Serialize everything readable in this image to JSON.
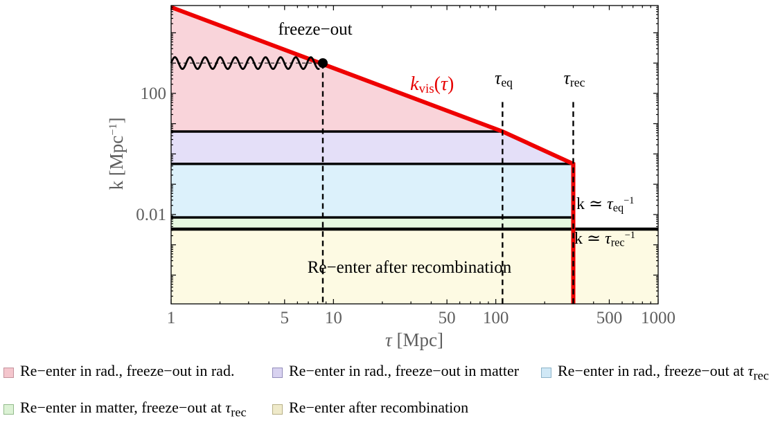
{
  "chart_data": {
    "type": "area",
    "title": "",
    "xlabel_tau": "τ",
    "xlabel_rest": "  [Mpc]",
    "ylabel_pre": "k [Mpc",
    "ylabel_sup": "−1",
    "ylabel_post": "]",
    "x_scale": "log",
    "y_scale": "log",
    "xlim": [
      1,
      1000
    ],
    "ylim": [
      1.12e-05,
      79000
    ],
    "grid": false,
    "x_tick_values": [
      1,
      5,
      10,
      50,
      100,
      500,
      1000
    ],
    "x_tick_labels": [
      "1",
      "5",
      "10",
      "50",
      "100",
      "500",
      "1000"
    ],
    "y_tick_values": [
      100,
      0.01
    ],
    "y_tick_labels": [
      "100",
      "0.01"
    ],
    "axis_text_color": "#5e5e5e",
    "accent_red": "#ee0000",
    "series": [
      {
        "name": "k_vis(τ)",
        "color": "#ee0000",
        "width": 6,
        "points": [
          [
            1,
            70000
          ],
          [
            110,
            5.5
          ],
          [
            300,
            0.47
          ],
          [
            300,
            1.12e-05
          ]
        ]
      }
    ],
    "regions": [
      {
        "name": "reenter-rad-freezeout-rad",
        "color": "#f9d4da",
        "points": [
          [
            1,
            70000
          ],
          [
            110,
            5.5
          ],
          [
            1,
            5.5
          ]
        ]
      },
      {
        "name": "reenter-rad-freezeout-matter",
        "color": "#e4dff8",
        "points": [
          [
            1,
            5.5
          ],
          [
            110,
            5.5
          ],
          [
            300,
            0.47
          ],
          [
            1,
            0.47
          ]
        ]
      },
      {
        "name": "reenter-rad-freezeout-rec",
        "color": "#dcf1fb",
        "points": [
          [
            1,
            0.47
          ],
          [
            300,
            0.47
          ],
          [
            300,
            0.008
          ],
          [
            1,
            0.008
          ]
        ]
      },
      {
        "name": "reenter-matter-freezeout-rec",
        "color": "#e6f8e0",
        "points": [
          [
            1,
            0.008
          ],
          [
            300,
            0.008
          ],
          [
            300,
            0.0033
          ],
          [
            1,
            0.0033
          ]
        ]
      },
      {
        "name": "reenter-after-recombination",
        "color": "#fdfae3",
        "points": [
          [
            1,
            0.0033
          ],
          [
            1000,
            0.0033
          ],
          [
            1000,
            1.12e-05
          ],
          [
            1,
            1.12e-05
          ]
        ]
      }
    ],
    "boundary_lines": [
      {
        "k": 5.5,
        "tau": [
          1,
          110
        ],
        "width": 3.5,
        "meaning": "k_vis(τ_eq)"
      },
      {
        "k": 0.47,
        "tau": [
          1,
          300
        ],
        "width": 3.5,
        "meaning": "k_vis(τ_rec)"
      },
      {
        "k": 0.008,
        "tau": [
          1,
          300
        ],
        "width": 3.5,
        "meaning": "k ≃ τ_eq^−1"
      },
      {
        "k": 0.0033,
        "tau": [
          1,
          1000
        ],
        "width": 4.5,
        "meaning": "k ≃ τ_rec^−1"
      }
    ],
    "vertical_markers": [
      {
        "tau": 8.6,
        "k_top": 1000,
        "label": "freeze−out"
      },
      {
        "tau": 110,
        "k_top": 52,
        "label": "τ_eq"
      },
      {
        "tau": 300,
        "k_top": 52,
        "label": "τ_rec"
      }
    ],
    "oscillating_mode": {
      "k": 1000,
      "tau_start": 1,
      "tau_end": 8.6
    },
    "freeze_out_point": {
      "tau": 8.6,
      "k": 1000
    }
  },
  "labels": {
    "freeze_out": "freeze−out",
    "kvis": {
      "k": "k",
      "sub": "vis",
      "open": "(",
      "tau": "τ",
      "close": ")"
    },
    "tau_eq": {
      "main": "τ",
      "sub": "eq"
    },
    "tau_rec": {
      "main": "τ",
      "sub": "rec"
    },
    "k_eq": {
      "pre": "k ≃ ",
      "tau": "τ",
      "sub": "eq",
      "sup": "−1"
    },
    "k_rec": {
      "pre": "k ≃ ",
      "tau": "τ",
      "sub": "rec",
      "sup": "−1"
    },
    "reenter_after": "Re−enter after recombination",
    "ylabel": {
      "pre": "k [Mpc",
      "sup": "−1",
      "post": "]"
    },
    "xlabel": {
      "tau": "τ",
      "rest": " [Mpc]"
    }
  },
  "legend": {
    "items": [
      {
        "text": "Re−enter in rad., freeze−out in rad.",
        "tau": "",
        "sub": "",
        "fill": "#f4c6cd",
        "border": "#c4929c"
      },
      {
        "text": "Re−enter in rad., freeze−out in matter",
        "tau": "",
        "sub": "",
        "fill": "#d8d2f0",
        "border": "#938dbb"
      },
      {
        "text": "Re−enter in rad., freeze−out at ",
        "tau": "τ",
        "sub": "rec",
        "fill": "#d0e8f6",
        "border": "#8db3c8"
      },
      {
        "text": "Re−enter in matter, freeze−out at ",
        "tau": "τ",
        "sub": "rec",
        "fill": "#dcf2d5",
        "border": "#92ba8b"
      },
      {
        "text": "Re−enter after recombination",
        "tau": "",
        "sub": "",
        "fill": "#efeaca",
        "border": "#b7b087"
      }
    ]
  }
}
